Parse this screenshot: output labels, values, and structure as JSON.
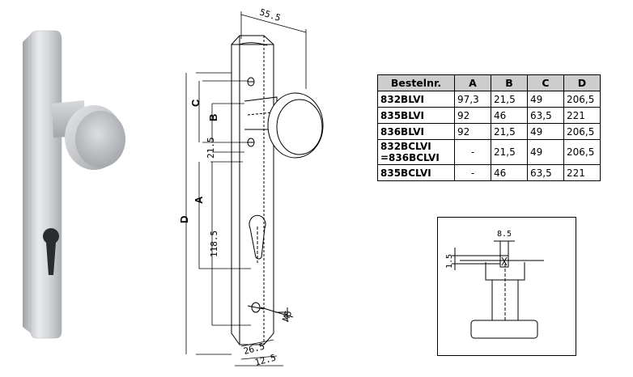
{
  "dimensions": {
    "width": "55.5",
    "C": "C",
    "B": "B",
    "pitch_small": "21.5",
    "A": "A",
    "D": "D",
    "cylinder_distance": "118.5",
    "screw": "M5",
    "depth": "26.5",
    "plate_thickness": "12.5",
    "detail_width": "8.5",
    "detail_offset": "1.5"
  },
  "table": {
    "headers": [
      "Bestelnr.",
      "A",
      "B",
      "C",
      "D"
    ],
    "rows": [
      {
        "code": [
          "832BLVI"
        ],
        "A": "97,3",
        "B": "21,5",
        "C": "49",
        "D": "206,5"
      },
      {
        "code": [
          "835BLVI"
        ],
        "A": "92",
        "B": "46",
        "C": "63,5",
        "D": "221"
      },
      {
        "code": [
          "836BLVI"
        ],
        "A": "92",
        "B": "21,5",
        "C": "49",
        "D": "206,5"
      },
      {
        "code": [
          "832BCLVI",
          "=836BCLVI"
        ],
        "A": "-",
        "B": "21,5",
        "C": "49",
        "D": "206,5"
      },
      {
        "code": [
          "835BCLVI"
        ],
        "A": "-",
        "B": "46",
        "C": "63,5",
        "D": "221"
      }
    ]
  }
}
